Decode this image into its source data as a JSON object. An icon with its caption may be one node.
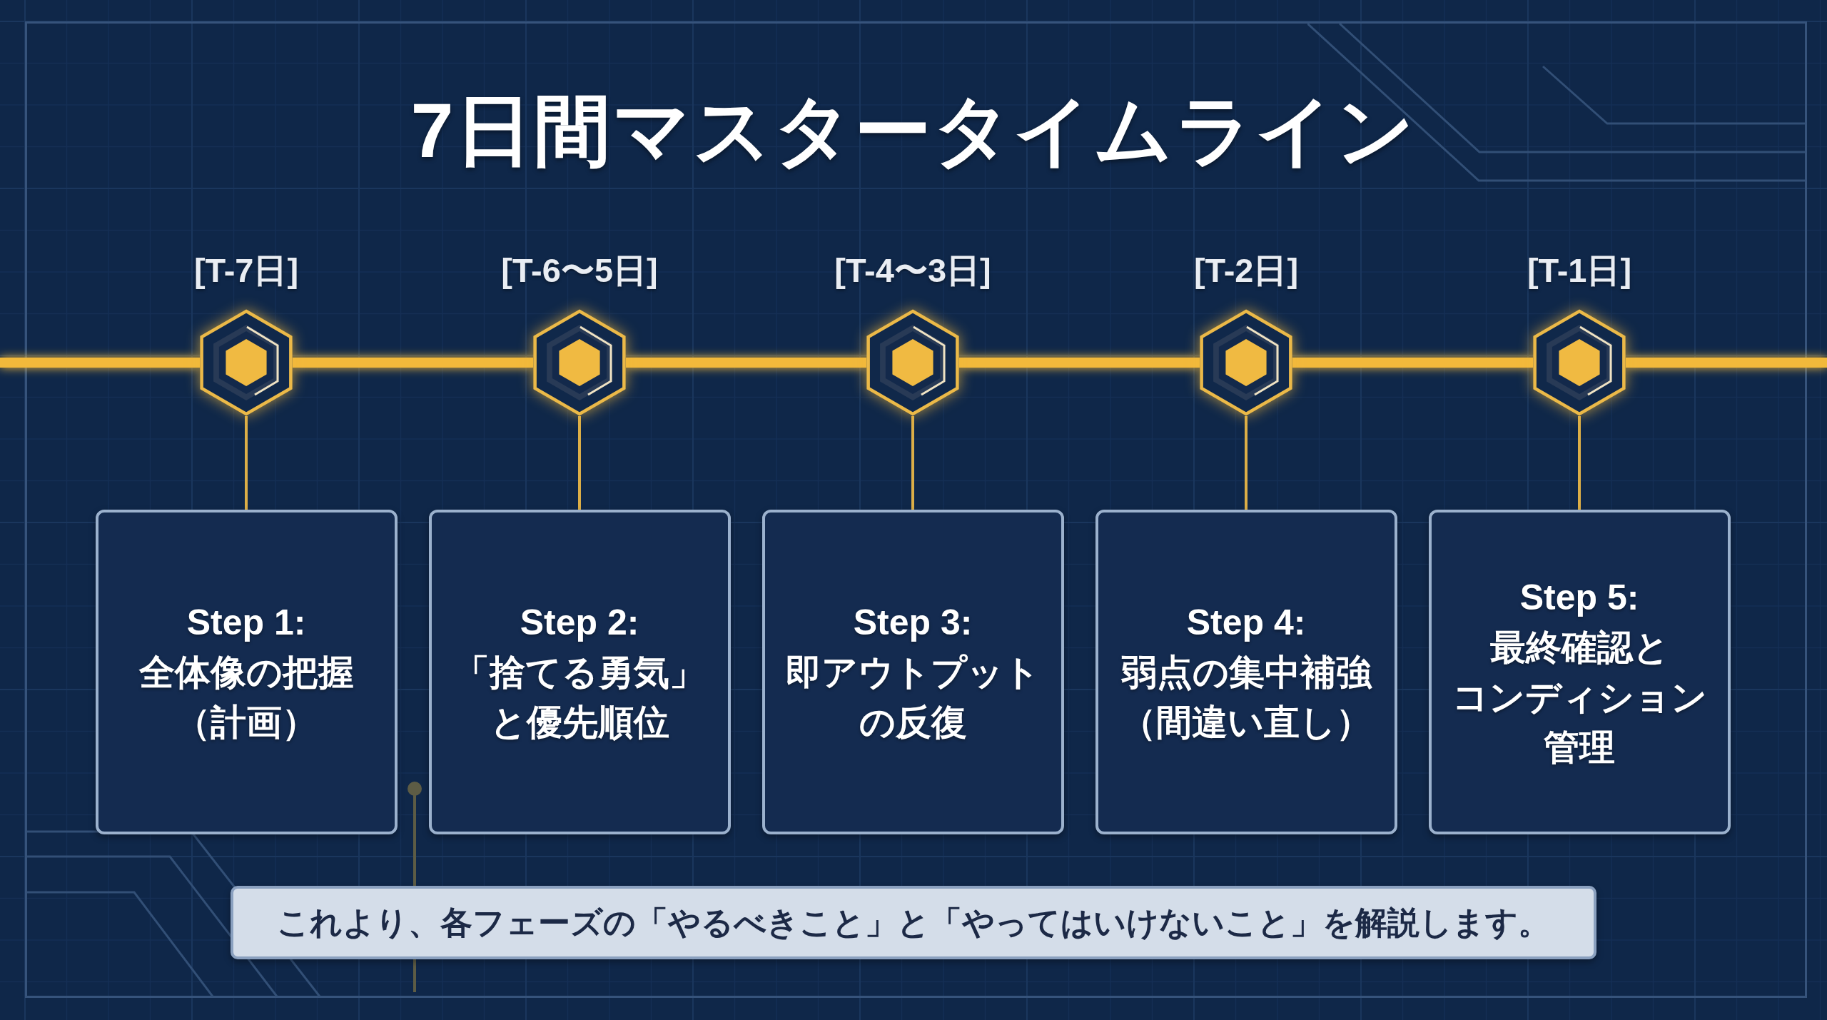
{
  "diagram": {
    "title": "7日間マスタータイムライン",
    "nodes": [
      {
        "text": [],
        "shape": "hexagon",
        "beside": [
          "[T-7日]"
        ]
      },
      {
        "text": [],
        "shape": "hexagon",
        "beside": [
          "[T-6〜5日]"
        ]
      },
      {
        "text": [],
        "shape": "hexagon",
        "beside": [
          "[T-4〜3日]"
        ]
      },
      {
        "text": [],
        "shape": "hexagon",
        "beside": [
          "[T-2日]"
        ]
      },
      {
        "text": [],
        "shape": "hexagon",
        "beside": [
          "[T-1日]"
        ]
      },
      {
        "text": [
          "Step 1:",
          "全体像の把握（計画）"
        ]
      },
      {
        "text": [
          "Step 2:",
          "「捨てる勇気」と優先順位"
        ]
      },
      {
        "text": [
          "Step 3:",
          "即アウトプットの反復"
        ]
      },
      {
        "text": [
          "Step 4:",
          "弱点の集中補強（間違い直し）"
        ]
      },
      {
        "text": [
          "Step 5:",
          "最終確認とコンディション管理"
        ]
      },
      {
        "text": [
          "これより、各フェーズの「やるべきこと」と「やってはいけないこと」を解説します。"
        ]
      }
    ],
    "edges": [
      {
        "from": null,
        "to": 0,
        "arrow": "none"
      },
      {
        "from": 0,
        "to": 1,
        "arrow": "none"
      },
      {
        "from": 1,
        "to": 2,
        "arrow": "none"
      },
      {
        "from": 2,
        "to": 3,
        "arrow": "none"
      },
      {
        "from": 3,
        "to": 4,
        "arrow": "none"
      },
      {
        "from": 4,
        "to": null,
        "arrow": "none"
      },
      {
        "from": 0,
        "to": 5,
        "arrow": "none"
      },
      {
        "from": 1,
        "to": 6,
        "arrow": "none"
      },
      {
        "from": 2,
        "to": 7,
        "arrow": "none"
      },
      {
        "from": 3,
        "to": 8,
        "arrow": "none"
      },
      {
        "from": 4,
        "to": 9,
        "arrow": "none"
      }
    ]
  }
}
